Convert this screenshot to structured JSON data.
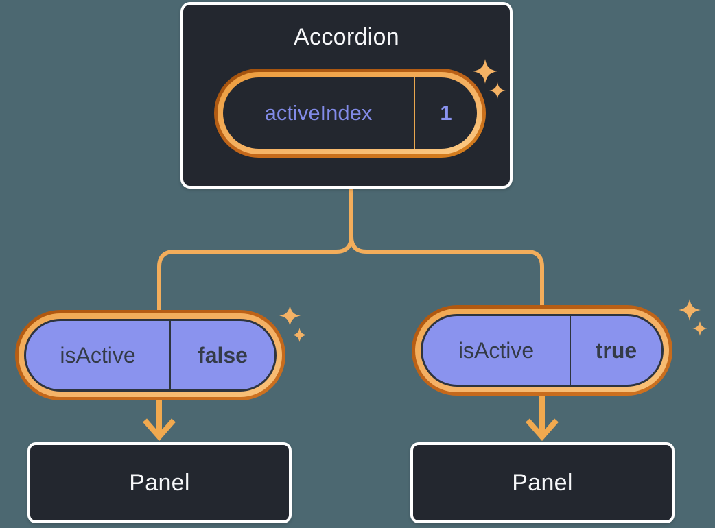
{
  "diagram": {
    "root": {
      "title": "Accordion",
      "state_pill": {
        "label": "activeIndex",
        "value": "1"
      }
    },
    "children": [
      {
        "prop_pill": {
          "label": "isActive",
          "value": "false"
        },
        "panel_label": "Panel"
      },
      {
        "prop_pill": {
          "label": "isActive",
          "value": "true"
        },
        "panel_label": "Panel"
      }
    ],
    "icons": [
      "sparkle-icon"
    ],
    "colors": {
      "background": "#4C6871",
      "box_fill": "#23272F",
      "box_border": "#FFFFFF",
      "purple_fill": "#8A93EE",
      "purple_text": "#828BE8",
      "dark_text": "#343B47",
      "connector": "#F3AD5B",
      "sparkle": "#F4B265",
      "ring_dark_orange": "#B25A10",
      "ring_light_orange": "#F7BD74"
    }
  }
}
